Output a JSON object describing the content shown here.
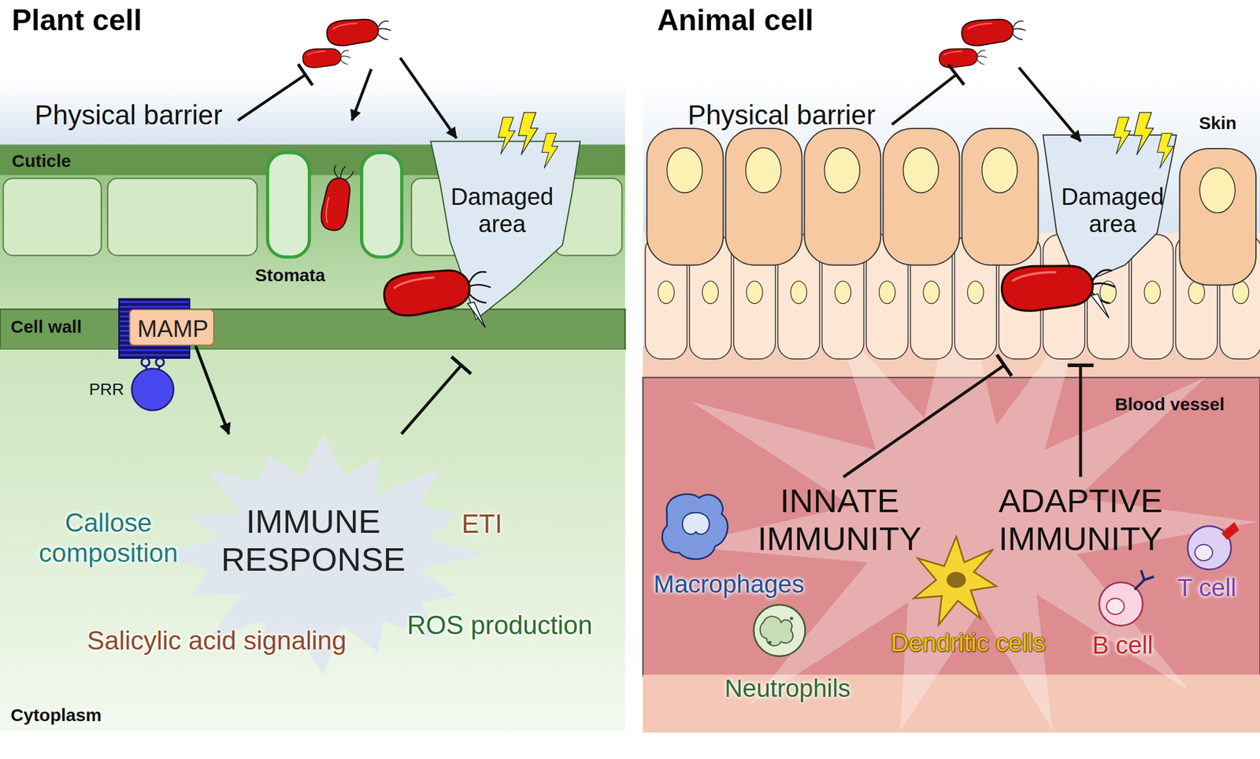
{
  "diagram": {
    "nodes": [
      {
        "text": [
          "Plant cell"
        ]
      },
      {
        "text": [
          "Damaged area"
        ],
        "in": 0
      },
      {
        "text": [
          "MAMP"
        ],
        "in": 0
      },
      {
        "text": [
          "IMMUNE RESPONSE"
        ],
        "in": 0
      },
      {
        "text": [
          "Animal cell"
        ]
      },
      {
        "text": [
          "Damaged area"
        ],
        "in": 4
      },
      {
        "text": [
          "INNATE IMMUNITY"
        ],
        "in": 4
      },
      {
        "text": [
          "ADAPTIVE IMMUNITY"
        ],
        "in": 4
      }
    ],
    "edges": [
      {
        "from": 2,
        "to": 3,
        "arrow": "to"
      },
      {
        "from": 3,
        "to": 1,
        "arrow": "to"
      },
      {
        "from": 6,
        "to": 5,
        "arrow": "to"
      },
      {
        "from": 7,
        "to": 5,
        "arrow": "to"
      }
    ],
    "labels": [
      "Physical barrier",
      "Cuticle",
      "Stomata",
      "Cell wall",
      "PRR",
      "Callose composition",
      "ETI",
      "Salicylic acid signaling",
      "ROS production",
      "Cytoplasm",
      "Physical barrier",
      "Skin",
      "Blood vessel",
      "Macrophages",
      "Neutrophils",
      "Dendritic cells",
      "B cell",
      "T cell"
    ]
  }
}
